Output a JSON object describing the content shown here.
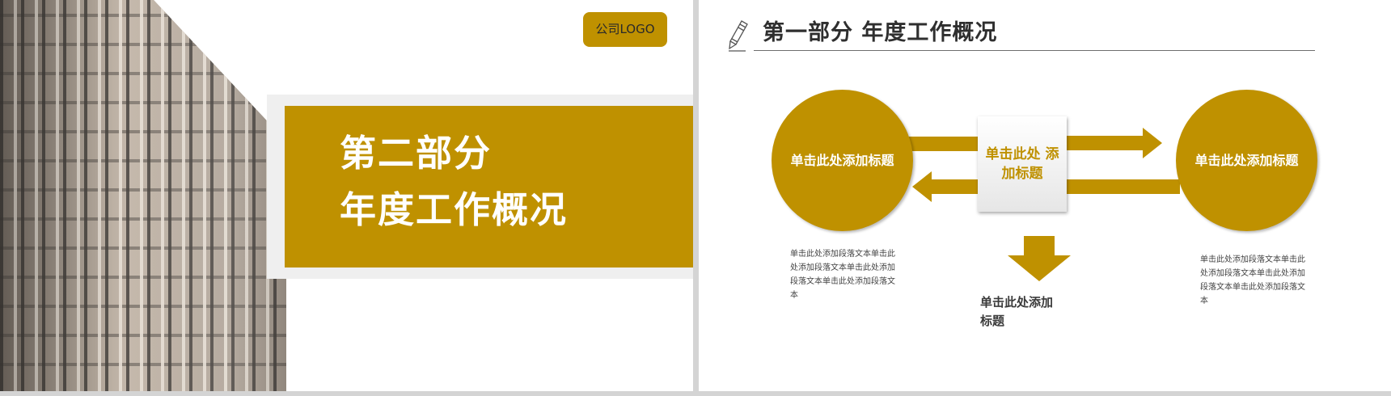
{
  "left_slide": {
    "logo": "公司LOGO",
    "title_line1": "第二部分",
    "title_line2": "年度工作概况"
  },
  "right_slide": {
    "title": "第一部分  年度工作概况",
    "left_circle_label": "单击此处添加标题",
    "center_box_label": "单击此处   添加标题",
    "right_circle_label": "单击此处添加标题",
    "left_description": "单击此处添加段落文本单击此处添加段落文本单击此处添加段落文本单击此处添加段落文本",
    "right_description": "单击此处添加段落文本单击此处添加段落文本单击此处添加段落文本单击此处添加段落文本",
    "bottom_title": "单击此处添加标题",
    "icons": [
      "pencil-icon",
      "arrow-right-icon",
      "arrow-left-icon",
      "arrow-down-icon"
    ]
  },
  "colors": {
    "accent_gold": "#bf9100",
    "text_dark": "#2f2f2f",
    "background": "#ffffff"
  }
}
